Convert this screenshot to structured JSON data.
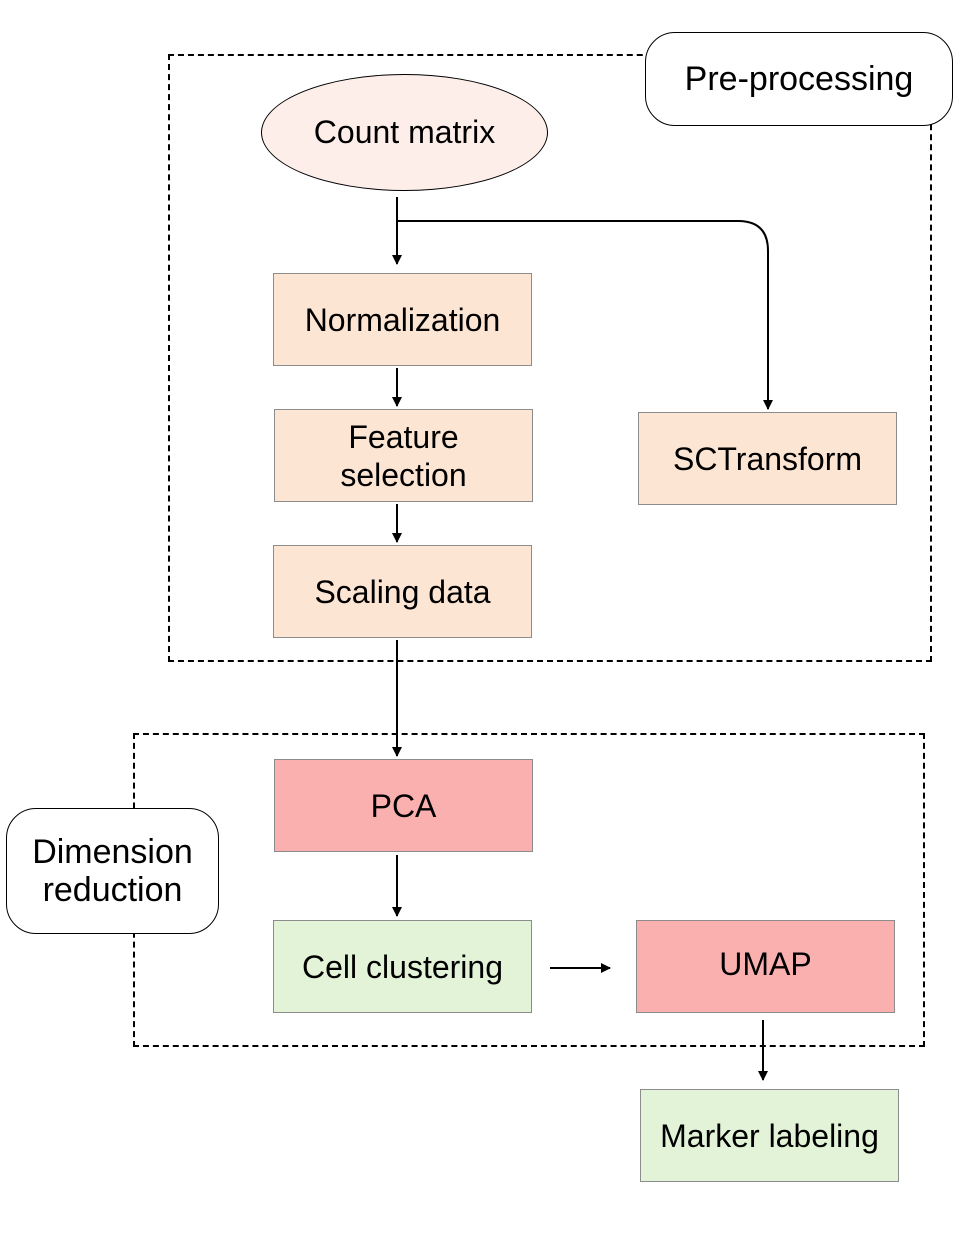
{
  "groups": {
    "preprocessing": "Pre-processing",
    "dimension_reduction": "Dimension reduction"
  },
  "nodes": {
    "count_matrix": "Count matrix",
    "normalization": "Normalization",
    "feature_selection": "Feature selection",
    "scaling_data": "Scaling data",
    "sctransform": "SCTransform",
    "pca": "PCA",
    "cell_clustering": "Cell clustering",
    "umap": "UMAP",
    "marker_labeling": "Marker labeling"
  },
  "colors": {
    "preprocessing_fill": "#fde5d3",
    "count_matrix_fill": "#fdeeea",
    "reduction_fill": "#fbb0b0",
    "result_fill": "#e2f3d8"
  }
}
